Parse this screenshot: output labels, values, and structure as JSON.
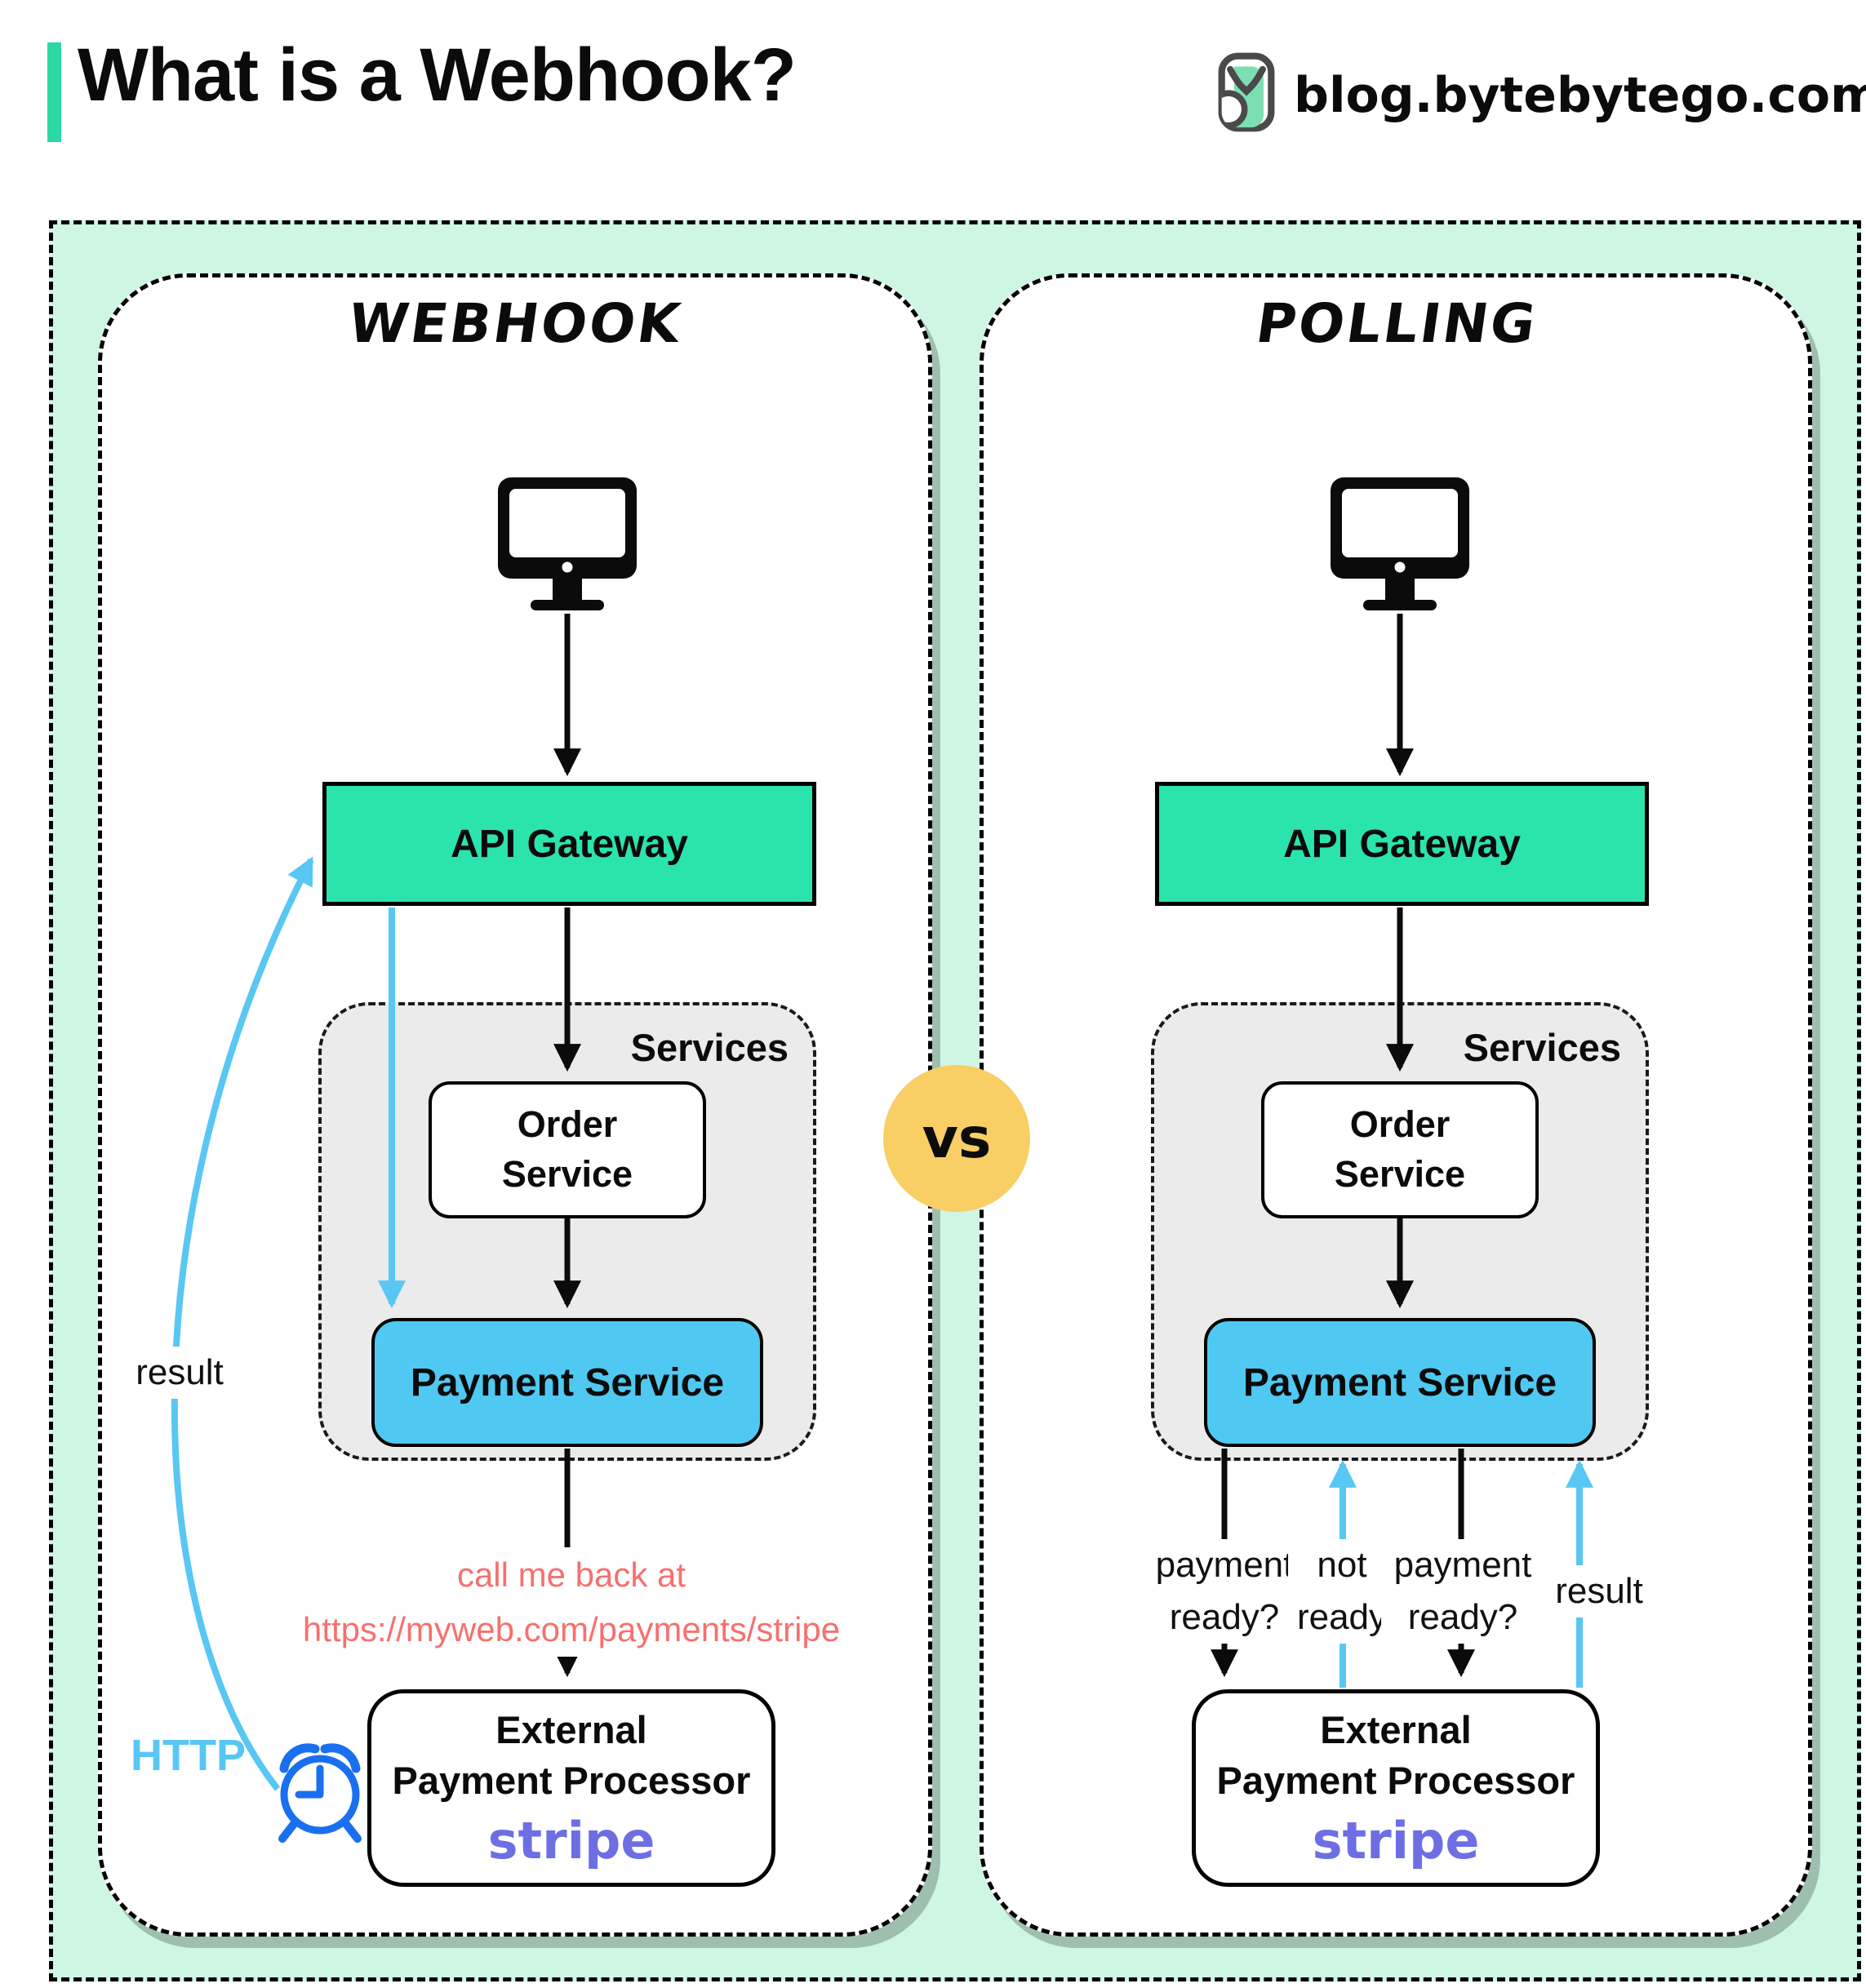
{
  "header": {
    "title": "What is a Webhook?",
    "site": "blog.bytebytego.com"
  },
  "vs_badge": "vs",
  "colors": {
    "accent_teal": "#2BD9A6",
    "gateway_green": "#2BE3AD",
    "payment_blue": "#4FC9F2",
    "arrow_blue": "#58C7F3",
    "clock_blue": "#1A6FF0",
    "callback_salmon": "#F7706E",
    "vs_yellow": "#F8CE65",
    "mint_background": "#CFF6E3",
    "services_gray": "#EBEBEB",
    "stripe_purple": "#6E6EE4"
  },
  "panels": [
    {
      "title": "Webhook",
      "gateway": "API Gateway",
      "services_label": "Services",
      "order_line1": "Order",
      "order_line2": "Service",
      "payment": "Payment Service",
      "external_line1": "External",
      "external_line2": "Payment Processor",
      "external_brand": "stripe",
      "callback_line1": "call me back at",
      "callback_line2": "https://myweb.com/payments/stripe",
      "result_label": "result",
      "http_label": "HTTP"
    },
    {
      "title": "Polling",
      "gateway": "API Gateway",
      "services_label": "Services",
      "order_line1": "Order",
      "order_line2": "Service",
      "payment": "Payment Service",
      "external_line1": "External",
      "external_line2": "Payment Processor",
      "external_brand": "stripe",
      "poll_labels": [
        {
          "l1": "payment",
          "l2": "ready?"
        },
        {
          "l1": "not",
          "l2": "ready"
        },
        {
          "l1": "payment",
          "l2": "ready?"
        },
        {
          "l1": "result",
          "l2": ""
        }
      ]
    }
  ]
}
